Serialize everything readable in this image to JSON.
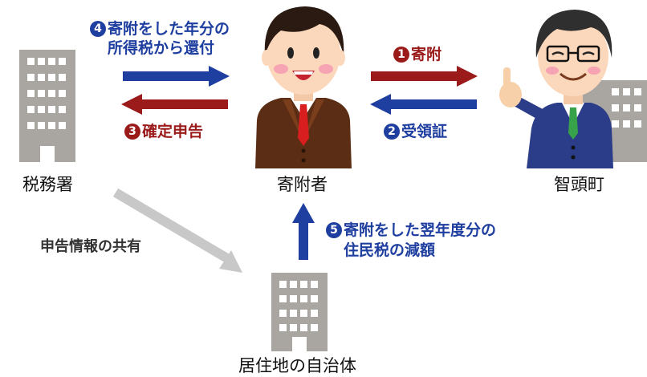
{
  "entities": {
    "tax_office": "税務署",
    "donor": "寄附者",
    "town": "智頭町",
    "municipality": "居住地の自治体"
  },
  "flows": {
    "donation": {
      "num": "1",
      "text": "寄附"
    },
    "receipt": {
      "num": "2",
      "text": "受領証"
    },
    "tax_return": {
      "num": "3",
      "text": "確定申告"
    },
    "income_tax_refund": {
      "num": "4",
      "line1": "寄附をした年分の",
      "line2": "所得税から還付"
    },
    "resident_tax": {
      "num": "5",
      "line1": "寄附をした翌年度分の",
      "line2": "住民税の減額"
    },
    "info_sharing": "申告情報の共有"
  },
  "colors": {
    "blue": "#1f3fa0",
    "red": "#9b1b1b",
    "gray_arrow": "#c8c8c8",
    "building": "#a9a5a0"
  }
}
